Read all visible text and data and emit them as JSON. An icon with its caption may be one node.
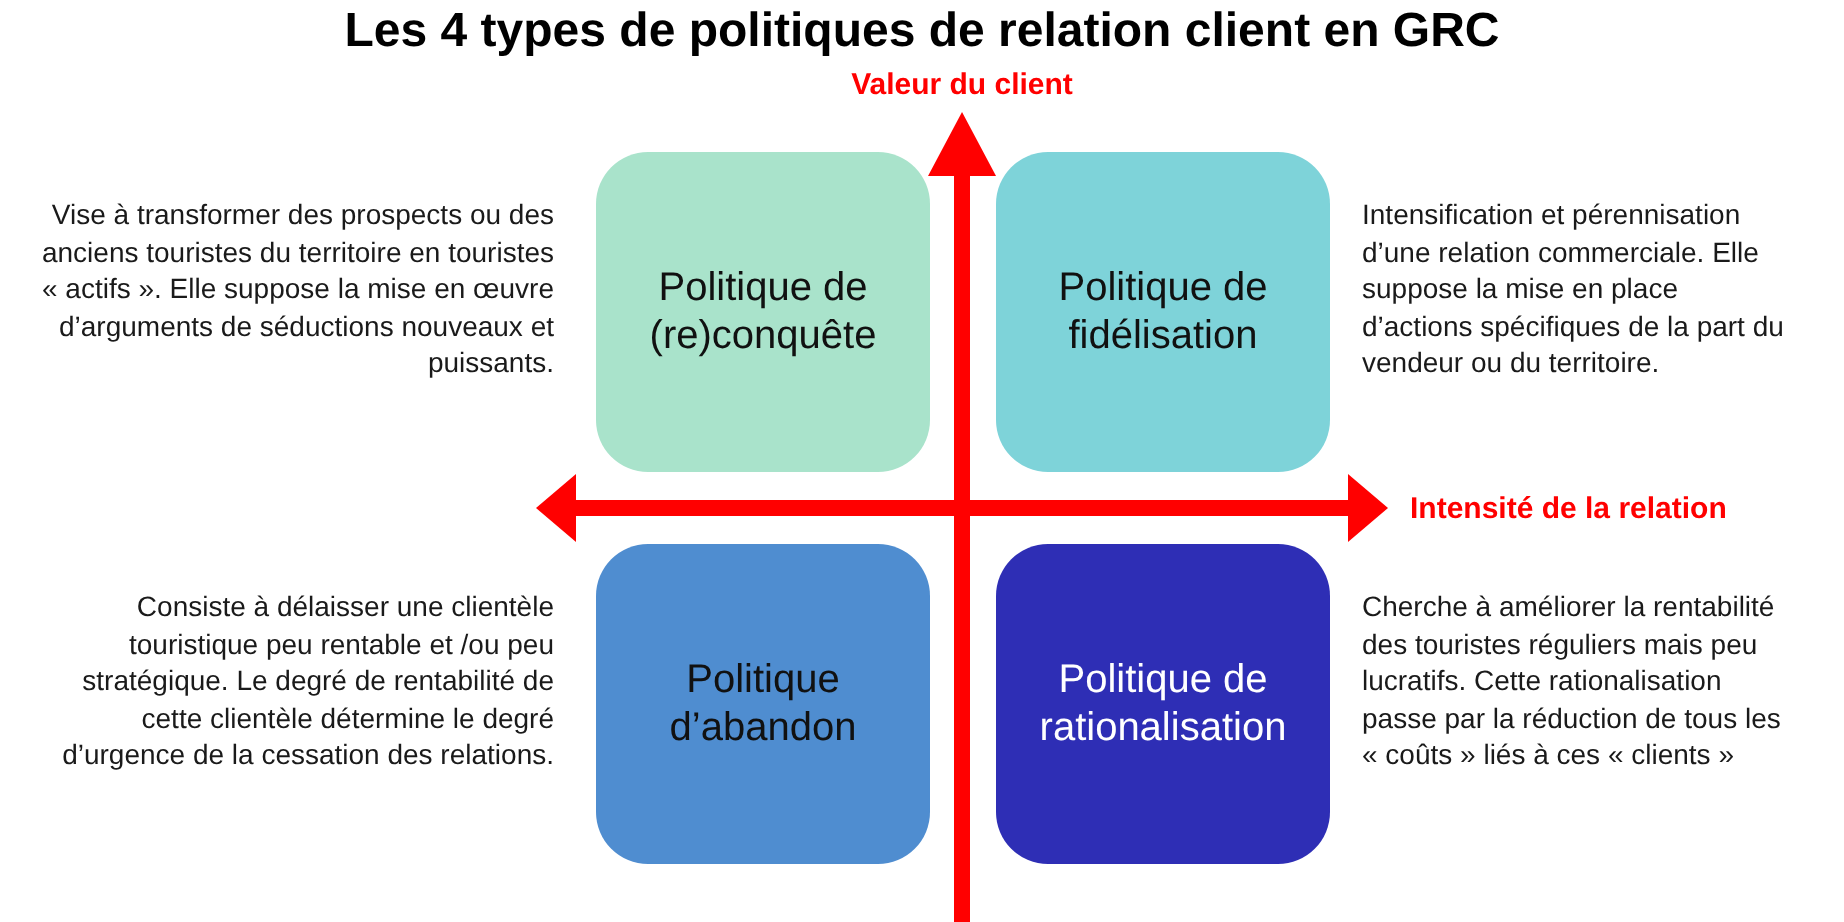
{
  "diagram": {
    "title": "Les 4 types de politiques de relation client en GRC",
    "nodes": [
      {
        "text": [
          "Politique de (re)conquête"
        ],
        "beside": [
          "Vise à transformer des prospects ou des anciens touristes du territoire en touristes « actifs ». Elle suppose la mise en œuvre d’arguments de séductions nouveaux et puissants."
        ]
      },
      {
        "text": [
          "Politique de fidélisation"
        ],
        "beside": [
          "Intensification et pérennisation d’une relation commerciale. Elle suppose la mise en place d’actions spécifiques de la part du vendeur ou du territoire."
        ]
      },
      {
        "text": [
          "Politique d’abandon"
        ],
        "beside": [
          "Consiste à délaisser une clientèle touristique peu rentable et /ou peu stratégique. Le degré de rentabilité de cette clientèle détermine le degré d’urgence de la cessation des relations."
        ]
      },
      {
        "text": [
          "Politique de rationalisation"
        ],
        "beside": [
          "Cherche à améliorer la rentabilité des touristes réguliers mais peu lucratifs. Cette rationalisation passe par la réduction de tous les « coûts » liés à ces « clients »"
        ]
      }
    ],
    "labels": [
      "Valeur du client",
      "Intensité de la relation"
    ]
  }
}
